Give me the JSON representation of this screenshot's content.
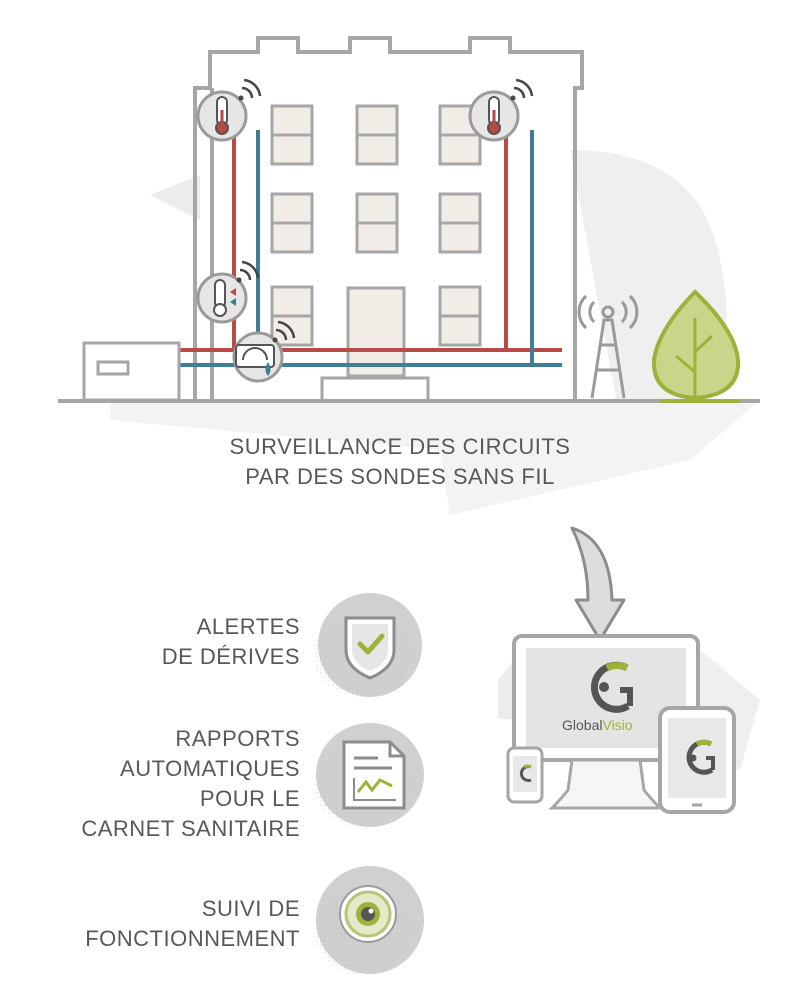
{
  "caption": {
    "line1": "SURVEILLANCE DES CIRCUITS",
    "line2": "PAR DES SONDES SANS FIL"
  },
  "features": [
    {
      "id": "alerts",
      "lines": [
        "ALERTES",
        "DE DÉRIVES"
      ],
      "icon": "shield-check-icon"
    },
    {
      "id": "reports",
      "lines": [
        "RAPPORTS",
        "AUTOMATIQUES",
        "POUR LE",
        "CARNET SANITAIRE"
      ],
      "icon": "report-chart-icon"
    },
    {
      "id": "monitor",
      "lines": [
        "SUIVI DE",
        "FONCTIONNEMENT"
      ],
      "icon": "gauge-eye-icon"
    }
  ],
  "brand": {
    "logo_text": "GlobalVisio",
    "logo_part1": "Global",
    "logo_part2": "Visio"
  },
  "colors": {
    "hot_pipe": "#b94a45",
    "cold_pipe": "#3f7f93",
    "outline": "#9a9a9a",
    "accent_green": "#9cb33a",
    "window_fill": "#f1ede6",
    "text": "#585858"
  }
}
